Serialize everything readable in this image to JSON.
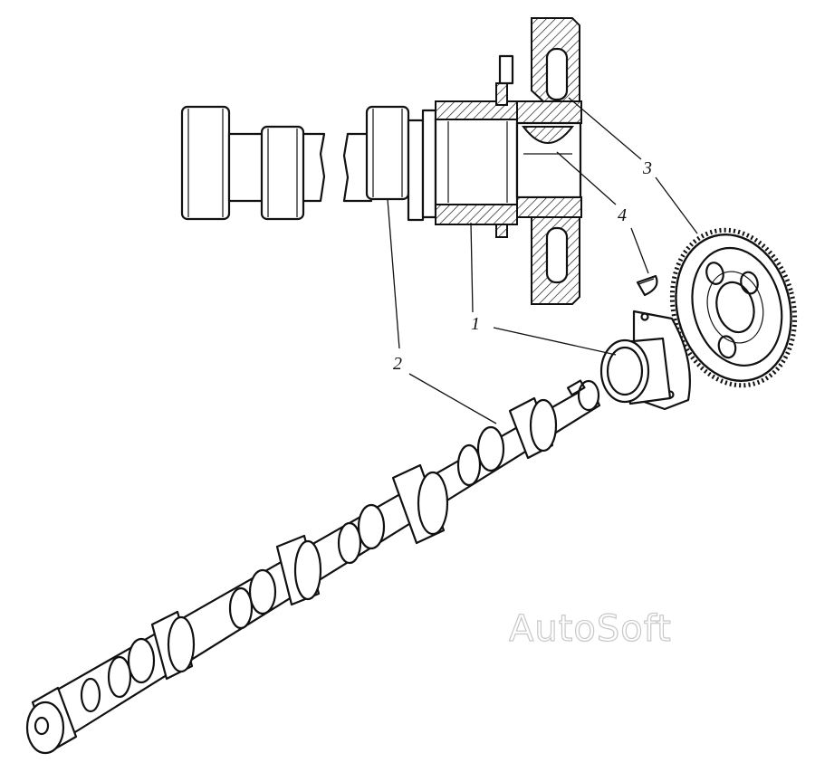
{
  "callouts": {
    "c1": "1",
    "c2": "2",
    "c3": "3",
    "c4": "4"
  },
  "watermark": "AutoSoft",
  "parts": [
    "thrust-flange",
    "camshaft",
    "camshaft-gear",
    "woodruff-key"
  ]
}
